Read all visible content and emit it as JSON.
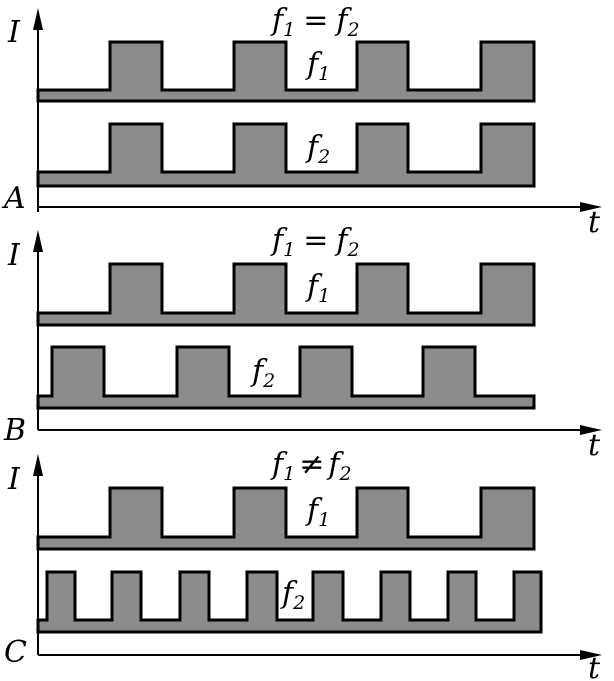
{
  "panels": [
    {
      "id": "A",
      "panel_label": "A",
      "y_axis_label": "I",
      "x_axis_label": "t",
      "equation": {
        "left": "f",
        "left_sub": "1",
        "op": "=",
        "right": "f",
        "right_sub": "2"
      },
      "signals": [
        {
          "name": "f",
          "sub": "1"
        },
        {
          "name": "f",
          "sub": "2"
        }
      ]
    },
    {
      "id": "B",
      "panel_label": "B",
      "y_axis_label": "I",
      "x_axis_label": "t",
      "equation": {
        "left": "f",
        "left_sub": "1",
        "op": "=",
        "right": "f",
        "right_sub": "2"
      },
      "signals": [
        {
          "name": "f",
          "sub": "1"
        },
        {
          "name": "f",
          "sub": "2"
        }
      ]
    },
    {
      "id": "C",
      "panel_label": "C",
      "y_axis_label": "I",
      "x_axis_label": "t",
      "equation": {
        "left": "f",
        "left_sub": "1",
        "op": "≠",
        "right": "f",
        "right_sub": "2"
      },
      "signals": [
        {
          "name": "f",
          "sub": "1"
        },
        {
          "name": "f",
          "sub": "2"
        }
      ]
    }
  ]
}
